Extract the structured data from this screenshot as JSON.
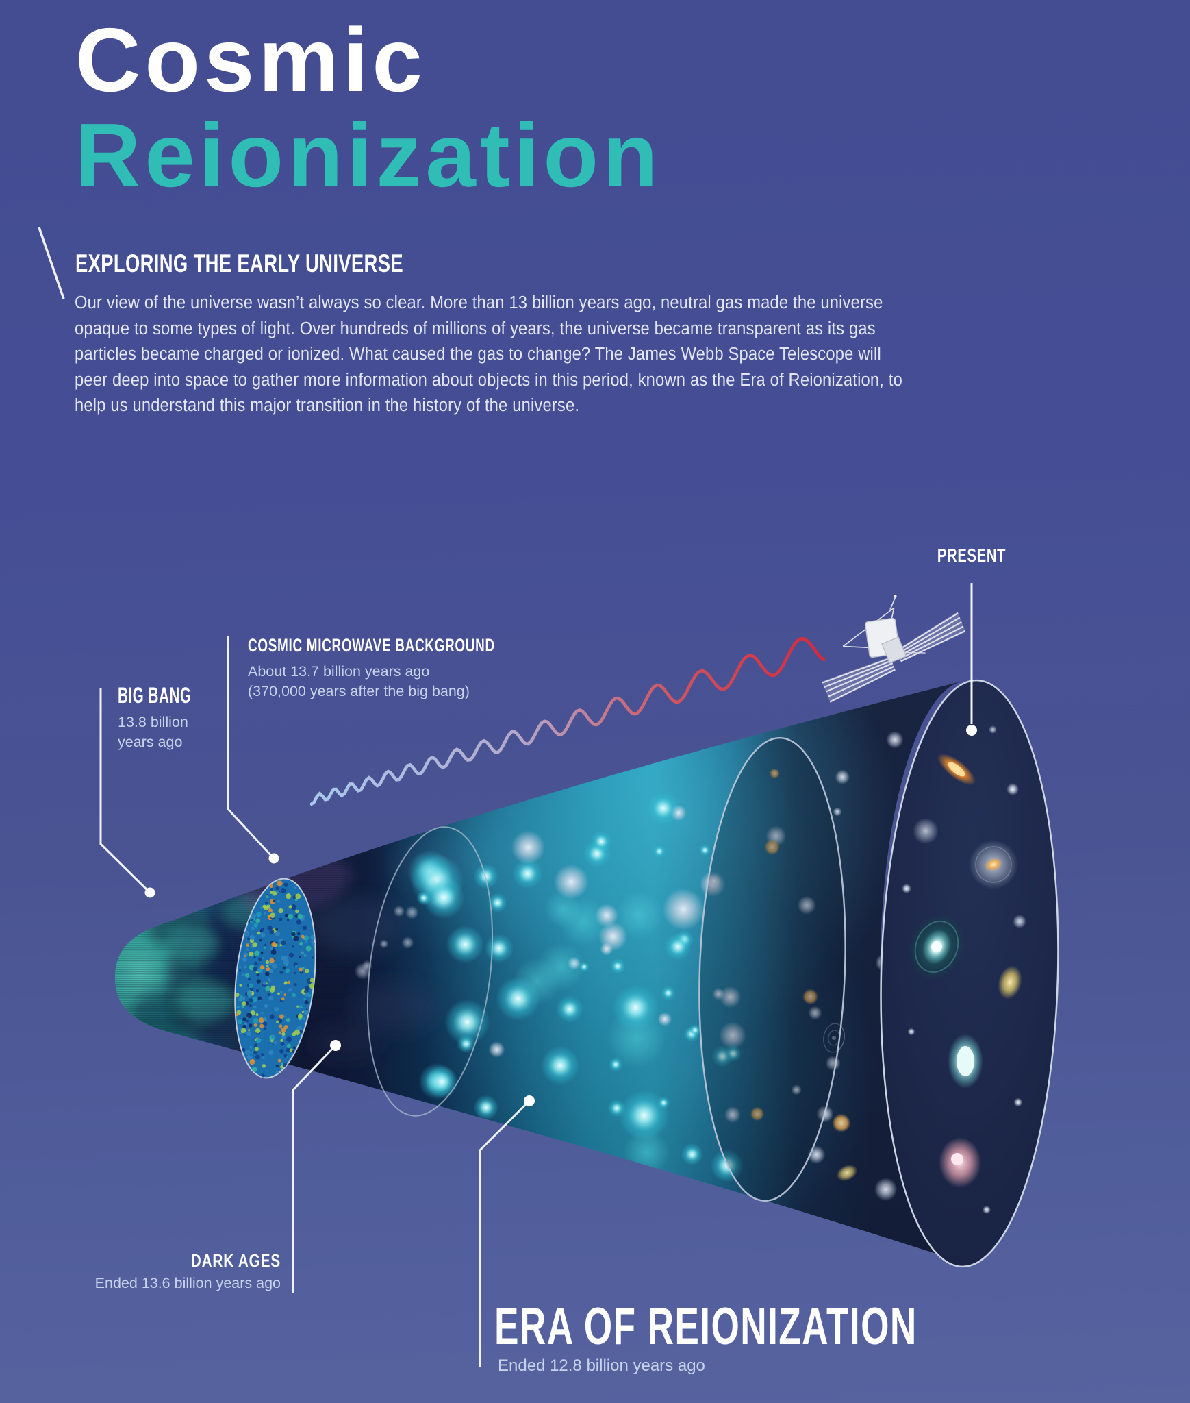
{
  "page": {
    "title_line1": "Cosmic",
    "title_line2": "Reionization"
  },
  "intro": {
    "heading": "EXPLORING THE EARLY UNIVERSE",
    "paragraph": "Our view of the universe wasn’t always so clear. More than 13 billion years ago, neutral gas made the universe opaque to some types of light. Over hundreds of millions of years, the universe became transparent as its gas particles became charged or ionized. What caused the gas to change? The James Webb Space Telescope will peer deep into space to gather more information about objects in this period, known as the Era of Reionization, to help us understand this major transition in the history of the universe."
  },
  "diagram": {
    "labels": {
      "present": {
        "title": "PRESENT"
      },
      "cmb": {
        "title": "COSMIC MICROWAVE BACKGROUND",
        "line1": "About 13.7 billion years ago",
        "line2": "(370,000 years after the big bang)"
      },
      "big_bang": {
        "title": "BIG BANG",
        "line1": "13.8 billion",
        "line2": "years ago"
      },
      "dark_ages": {
        "title": "DARK AGES",
        "line1": "Ended 13.6 billion years ago"
      },
      "era": {
        "title": "ERA OF REIONIZATION",
        "line1": "Ended 12.8 billion years ago"
      }
    },
    "icons": {
      "telescope": "jwst-telescope-icon",
      "lightwave": "redshifted-lightwave-icon"
    },
    "colors": {
      "background": "#454e94",
      "accent_teal": "#2fbdb5",
      "text_primary": "#ffffff",
      "text_secondary": "#c9d2ec",
      "leader_line": "#f0f2f7",
      "wave_blue": "#9fc4ea",
      "wave_red": "#d5293d",
      "big_bang_teal": "#3cc2b2",
      "reionization_glow": "#2aa3c2",
      "deep_space_navy": "#1a2444"
    }
  }
}
